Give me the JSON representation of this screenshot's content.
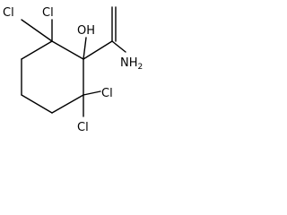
{
  "molecule": {
    "atoms": {
      "cl_top_left": "Cl",
      "cl_top_right": "Cl",
      "hydroxyl": "OH",
      "amide_nh2": "NH",
      "amide_nh2_subscript": "2",
      "cl_bottom_right": "Cl",
      "cl_bottom": "Cl"
    },
    "bond_color": "#000000",
    "label_color": "#000000",
    "background_color": "#ffffff"
  }
}
